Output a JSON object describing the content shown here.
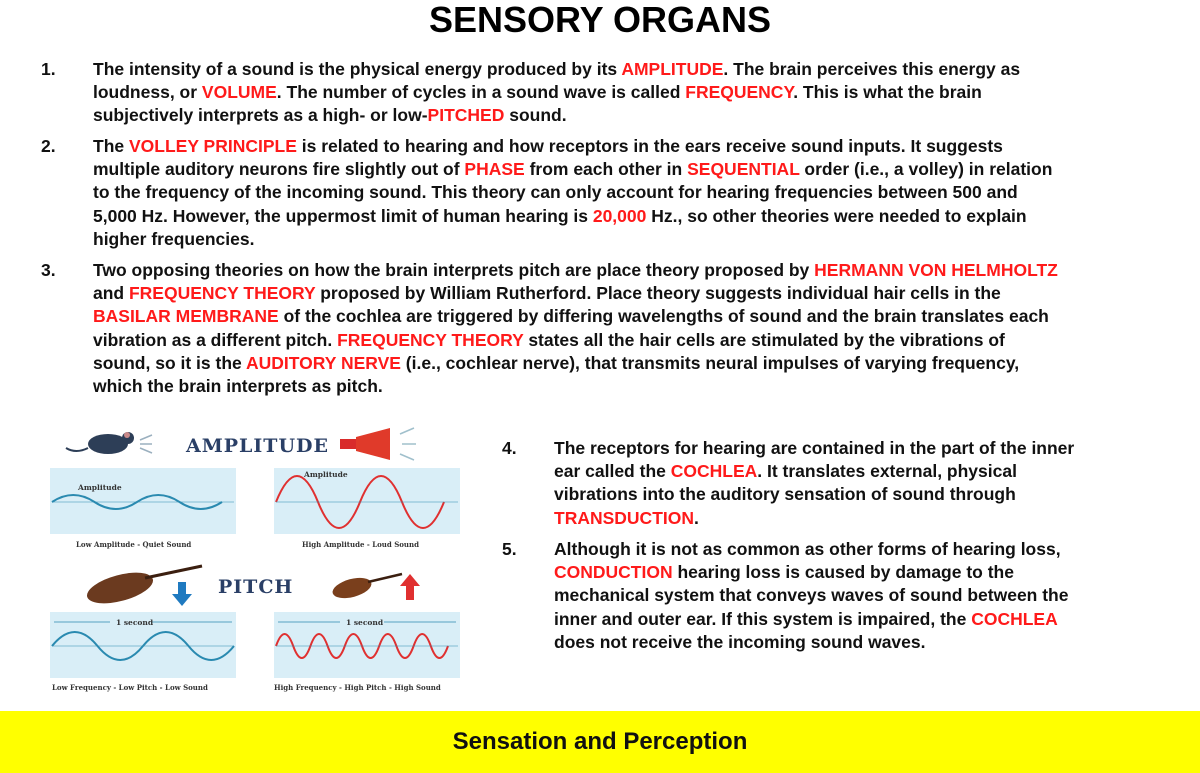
{
  "title": "SENSORY ORGANS",
  "colors": {
    "highlight": "#ff1a1a",
    "footer_bg": "#ffff00",
    "panel": "#d9eef7",
    "wave": "#2a8ab0"
  },
  "items": [
    {
      "number": "1.",
      "lines": [
        [
          {
            "t": "The intensity of a sound is the physical energy produced by its "
          },
          {
            "t": "AMPLITUDE",
            "hl": true
          },
          {
            "t": ". The brain perceives this energy as"
          }
        ],
        [
          {
            "t": "loudness, or "
          },
          {
            "t": "VOLUME",
            "hl": true
          },
          {
            "t": ". The number of cycles in a sound wave is called "
          },
          {
            "t": "FREQUENCY",
            "hl": true
          },
          {
            "t": ". This is what the brain"
          }
        ],
        [
          {
            "t": "subjectively interprets as a high- or low-"
          },
          {
            "t": "PITCHED",
            "hl": true
          },
          {
            "t": " sound."
          }
        ]
      ]
    },
    {
      "number": "2.",
      "lines": [
        [
          {
            "t": "The "
          },
          {
            "t": "VOLLEY PRINCIPLE",
            "hl": true
          },
          {
            "t": " is related to hearing and how receptors in the ears receive sound inputs. It suggests"
          }
        ],
        [
          {
            "t": "multiple auditory neurons fire slightly out of "
          },
          {
            "t": "PHASE",
            "hl": true
          },
          {
            "t": " from each other in "
          },
          {
            "t": "SEQUENTIAL",
            "hl": true
          },
          {
            "t": " order (i.e., a volley) in relation"
          }
        ],
        [
          {
            "t": "to the frequency of the incoming sound. This theory can only account for hearing frequencies between 500 and"
          }
        ],
        [
          {
            "t": "5,000 Hz. However, the uppermost limit of human hearing is "
          },
          {
            "t": "20,000",
            "hl": true
          },
          {
            "t": " Hz., so other theories were needed to explain"
          }
        ],
        [
          {
            "t": "higher frequencies."
          }
        ]
      ]
    },
    {
      "number": "3.",
      "lines": [
        [
          {
            "t": "Two opposing theories on how the brain interprets pitch are place theory proposed by "
          },
          {
            "t": "HERMANN VON HELMHOLTZ",
            "hl": true
          }
        ],
        [
          {
            "t": "and "
          },
          {
            "t": "FREQUENCY THEORY",
            "hl": true
          },
          {
            "t": " proposed by William Rutherford. Place theory suggests individual hair cells in the"
          }
        ],
        [
          {
            "t": "BASILAR MEMBRANE",
            "hl": true
          },
          {
            "t": " of the cochlea are triggered by differing wavelengths of sound and the brain translates each"
          }
        ],
        [
          {
            "t": "vibration as a different pitch. "
          },
          {
            "t": "FREQUENCY THEORY",
            "hl": true
          },
          {
            "t": " states all the hair cells are stimulated by the vibrations of"
          }
        ],
        [
          {
            "t": "sound, so it is the "
          },
          {
            "t": "AUDITORY NERVE",
            "hl": true
          },
          {
            "t": " (i.e., cochlear nerve), that transmits neural impulses of varying frequency,"
          }
        ],
        [
          {
            "t": "which the brain interprets as pitch."
          }
        ]
      ]
    },
    {
      "number": "4.",
      "lines": [
        [
          {
            "t": "The receptors for hearing are contained in the part of the inner"
          }
        ],
        [
          {
            "t": "ear called the "
          },
          {
            "t": "COCHLEA",
            "hl": true
          },
          {
            "t": ". It translates external, physical"
          }
        ],
        [
          {
            "t": "vibrations into the auditory sensation of sound through"
          }
        ],
        [
          {
            "t": "TRANSDUCTION",
            "hl": true
          },
          {
            "t": "."
          }
        ]
      ]
    },
    {
      "number": "5.",
      "lines": [
        [
          {
            "t": "Although it is not as common as other forms of hearing loss,"
          }
        ],
        [
          {
            "t": "CONDUCTION",
            "hl": true
          },
          {
            "t": " hearing loss is caused by damage to the"
          }
        ],
        [
          {
            "t": "mechanical system that conveys waves of sound between the"
          }
        ],
        [
          {
            "t": "inner and outer ear. If this system is impaired, the "
          },
          {
            "t": "COCHLEA",
            "hl": true
          }
        ],
        [
          {
            "t": "does not receive the incoming sound waves."
          }
        ]
      ]
    }
  ],
  "figure": {
    "amplitude_heading": "AMPLITUDE",
    "pitch_heading": "PITCH",
    "panel_label_amplitude": "Amplitude",
    "panel_label_second": "1 second",
    "caption_low_amplitude": "Low Amplitude - Quiet Sound",
    "caption_high_amplitude": "High Amplitude - Loud Sound",
    "caption_low_frequency": "Low Frequency - Low Pitch - Low Sound",
    "caption_high_frequency": "High Frequency - High Pitch - High Sound",
    "icons": [
      "mouse-icon",
      "megaphone-icon",
      "cello-icon",
      "violin-icon",
      "arrow-down-icon",
      "arrow-up-icon"
    ]
  },
  "footer": "Sensation and Perception"
}
